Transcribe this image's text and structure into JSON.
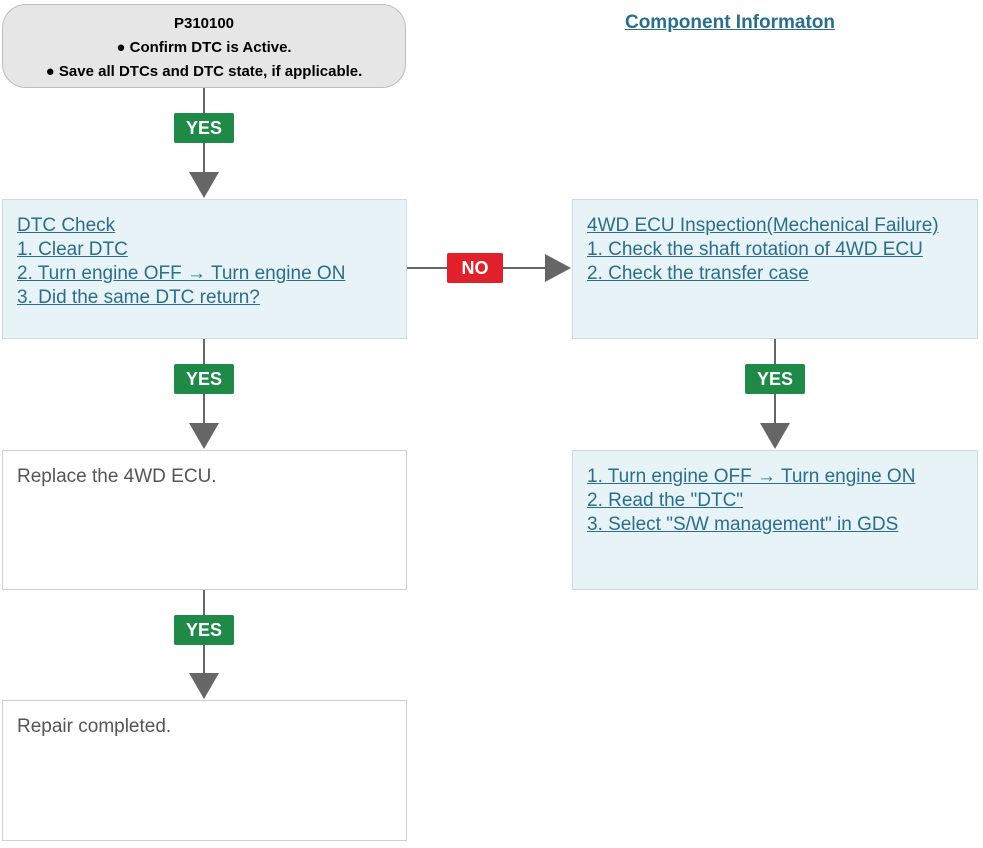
{
  "start": {
    "code": "P310100",
    "line1": "● Confirm DTC is Active.",
    "line2": "● Save all DTCs and DTC state, if applicable."
  },
  "component_link": "Component Informaton",
  "dtc_check": {
    "lines": [
      "DTC Check",
      "1. Clear DTC",
      "2. Turn engine OFF → Turn engine  ON",
      "3. Did the same DTC return?"
    ]
  },
  "ecu_inspection": {
    "lines": [
      "4WD ECU Inspection(Mechenical Failure)",
      "1. Check the shaft rotation of 4WD ECU",
      "2. Check the transfer case"
    ]
  },
  "replace": {
    "text": "Replace the  4WD ECU."
  },
  "sw_management": {
    "lines": [
      "1. Turn engine OFF → Turn engine ON",
      "2. Read the \"DTC\"",
      "3. Select \"S/W management\" in GDS"
    ]
  },
  "repair": {
    "text": "Repair completed."
  },
  "labels": {
    "yes": "YES",
    "no": "NO"
  },
  "colors": {
    "yes": "#1f8a47",
    "no": "#e0202a",
    "link": "#2a6e8c",
    "arrow": "#666666"
  }
}
